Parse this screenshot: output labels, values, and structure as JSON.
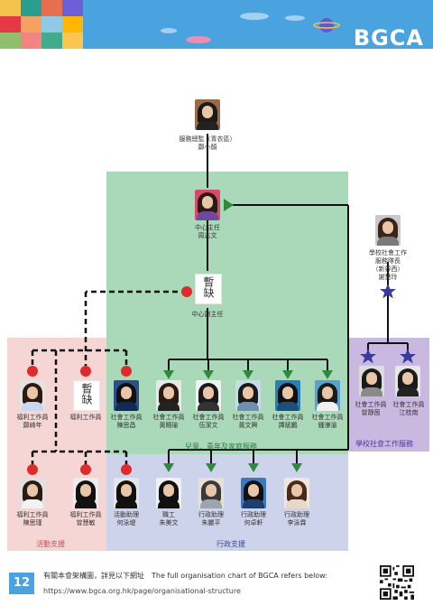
{
  "brand": "BGCA",
  "colors": {
    "header": "#4aa3df",
    "youth_family": "#a9d9b8",
    "activity": "#f6d5d5",
    "admin": "#cdd3ea",
    "school": "#c9b8df",
    "red": "#e02b2b",
    "green": "#2e8b3e",
    "purple": "#3a3b9c"
  },
  "director": {
    "title": "服務總監（青衣區）",
    "name": "鄭小顏"
  },
  "center_head": {
    "title": "中心主任",
    "name": "周志文"
  },
  "deputy": {
    "vacant": "暫缺",
    "title": "中心副主任"
  },
  "school_head": {
    "line1": "學校社會工作",
    "line2": "服務隊長",
    "line3": "（新界西）",
    "name": "謝慧玲"
  },
  "activity_staff": [
    {
      "title": "福利工作員",
      "name": "鄭綺年"
    },
    {
      "vacant": "暫缺",
      "title": "福利工作員"
    },
    {
      "title": "社會工作員",
      "name": "陳思昌"
    }
  ],
  "youth_staff": [
    {
      "title": "社會工作員",
      "name": "黃曉瑜"
    },
    {
      "title": "社會工作員",
      "name": "伍潔文"
    },
    {
      "title": "社會工作員",
      "name": "黃文興"
    },
    {
      "title": "社會工作員",
      "name": "譚斌鵬"
    },
    {
      "title": "社會工作員",
      "name": "鍾濼渝"
    }
  ],
  "school_staff": [
    {
      "title": "社會工作員",
      "name": "曾靜茵"
    },
    {
      "title": "社會工作員",
      "name": "江桂南"
    }
  ],
  "support_staff": [
    {
      "title": "福利工作員",
      "name": "陳思瑾"
    },
    {
      "title": "福利工作員",
      "name": "曾慧敏"
    },
    {
      "title": "活動助理",
      "name": "何泳堤"
    }
  ],
  "admin_staff": [
    {
      "title": "職工",
      "name": "朱美文"
    },
    {
      "title": "行政助理",
      "name": "朱麗平"
    },
    {
      "title": "行政助理",
      "name": "何卓軒"
    },
    {
      "title": "行政助理",
      "name": "李泳霖"
    }
  ],
  "region_labels": {
    "youth_family": "兒童、青年及家庭服務",
    "school": "學校社會工作服務",
    "activity": "活動支援",
    "admin": "行政支援"
  },
  "footer": {
    "page": "12",
    "text": "有關本會架構圖，詳見以下網址　The full organisation chart of BGCA refers below:",
    "url": "https://www.bgca.org.hk/page/organisational-structure"
  }
}
